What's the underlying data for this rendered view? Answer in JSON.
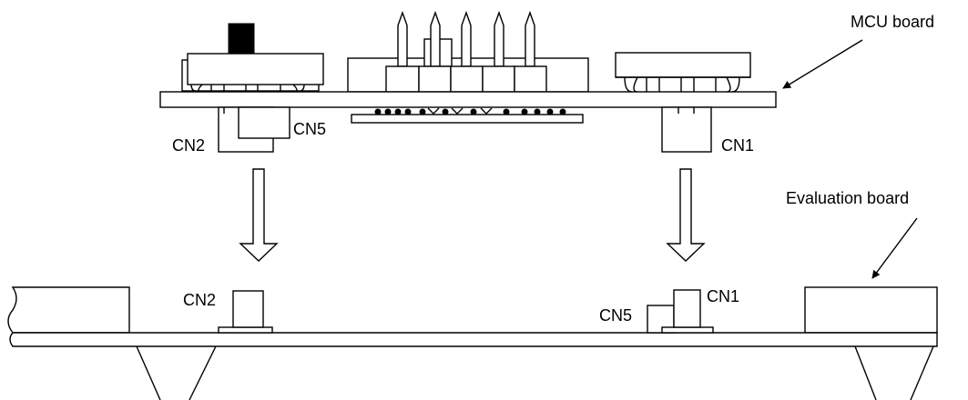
{
  "labels": {
    "mcu_board": "MCU board",
    "evaluation_board": "Evaluation board",
    "mcu_cn2": "CN2",
    "mcu_cn5": "CN5",
    "mcu_cn1": "CN1",
    "eval_cn2": "CN2",
    "eval_cn1": "CN1",
    "eval_cn5": "CN5"
  }
}
